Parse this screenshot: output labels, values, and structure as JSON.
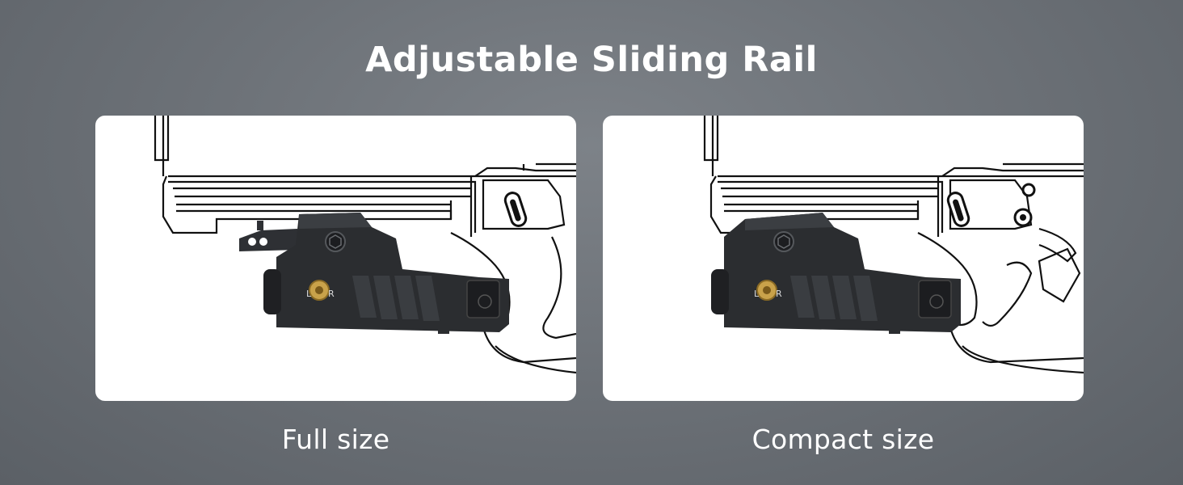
{
  "header": {
    "title": "Adjustable Sliding Rail"
  },
  "panels": [
    {
      "caption": "Full size",
      "dial_left": "L",
      "dial_right": "R"
    },
    {
      "caption": "Compact size",
      "dial_left": "L",
      "dial_right": "R"
    }
  ],
  "colors": {
    "background": "#6d7278",
    "panel": "#ffffff",
    "device": "#2b2d30",
    "outline": "#111111",
    "brass": "#c9a24a"
  }
}
